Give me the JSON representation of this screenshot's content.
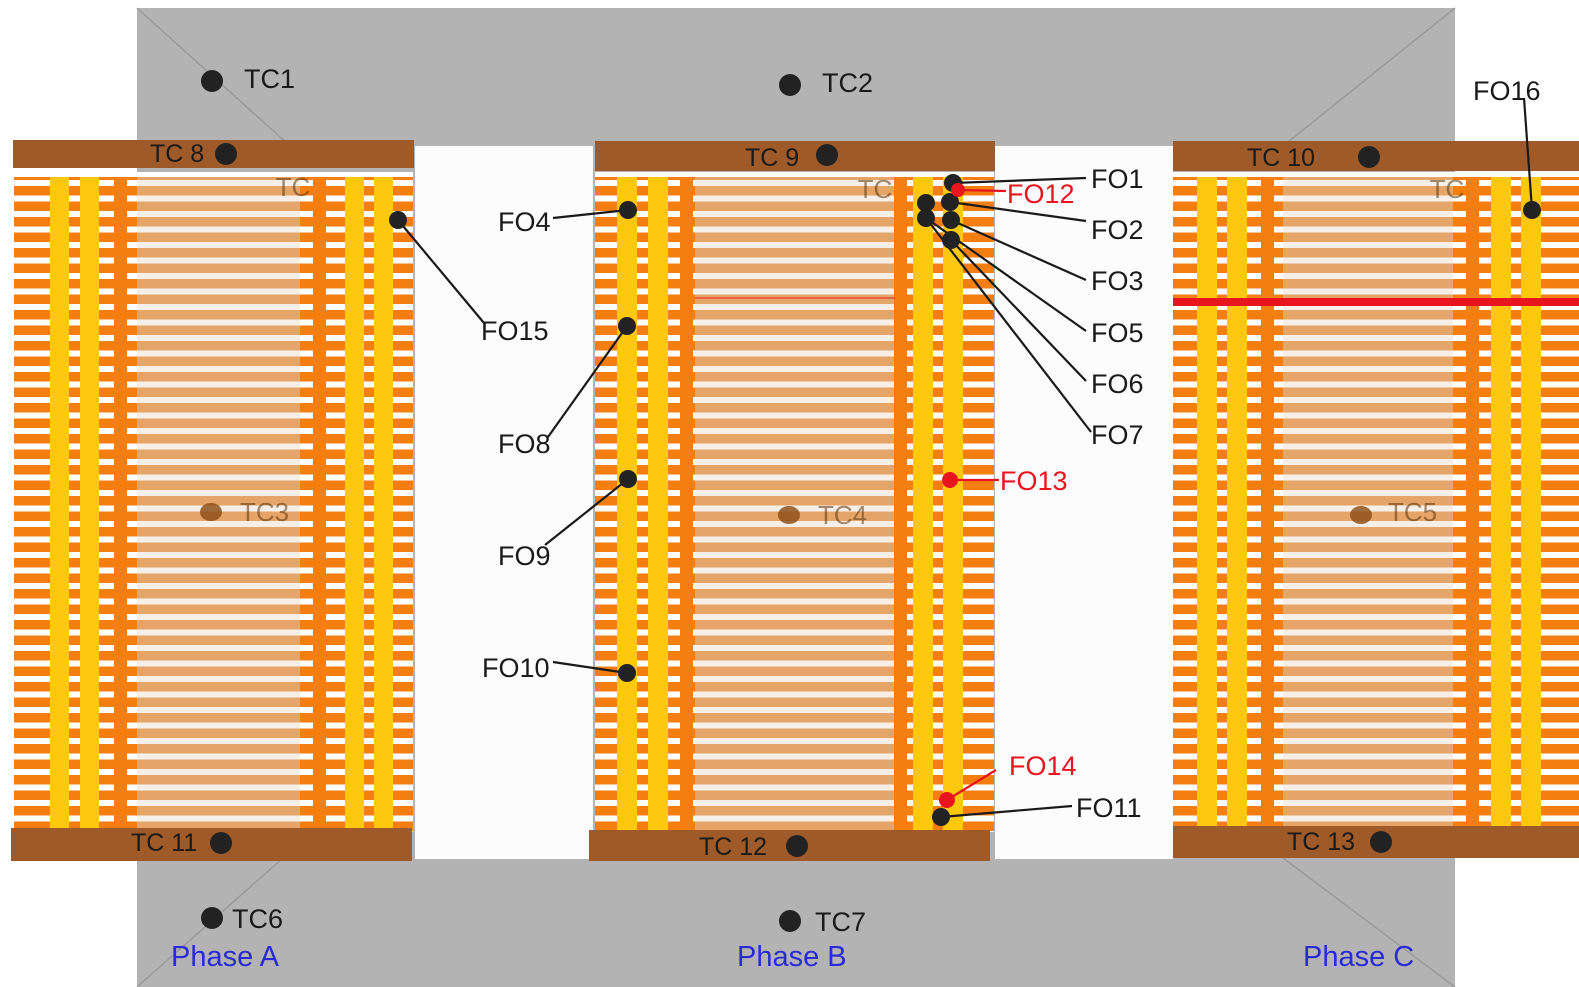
{
  "thermocouples": {
    "tc1": "TC1",
    "tc2": "TC2",
    "tc3": "TC3",
    "tc4": "TC4",
    "tc5": "TC5",
    "tc6": "TC6",
    "tc7": "TC7",
    "tc8": "TC 8",
    "tc9": "TC 9",
    "tc10": "TC 10",
    "tc11": "TC 11",
    "tc12": "TC 12",
    "tc13": "TC 13"
  },
  "fiber_optics": {
    "fo1": "FO1",
    "fo2": "FO2",
    "fo3": "FO3",
    "fo4": "FO4",
    "fo5": "FO5",
    "fo6": "FO6",
    "fo7": "FO7",
    "fo8": "FO8",
    "fo9": "FO9",
    "fo10": "FO10",
    "fo11": "FO11",
    "fo12": "FO12",
    "fo13": "FO13",
    "fo14": "FO14",
    "fo15": "FO15",
    "fo16": "FO16"
  },
  "phases": {
    "a": "Phase A",
    "b": "Phase B",
    "c": "Phase C"
  },
  "colors": {
    "core": "#b3b3b3",
    "clamp": "#9e5a28",
    "winding_orange": "#f47f10",
    "winding_light": "#e3a769",
    "spacer_yellow": "#fdc80e",
    "gap_white": "#ffffff",
    "sensor_black": "#222222",
    "sensor_red": "#e8141e",
    "phase_text": "#2a2ad8"
  }
}
